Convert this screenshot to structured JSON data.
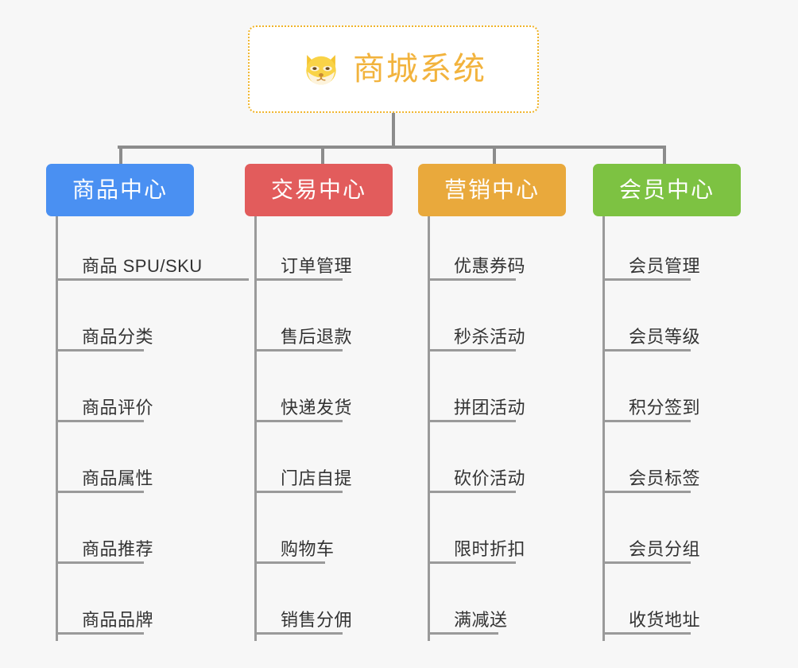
{
  "diagram": {
    "type": "mindmap-org-chart",
    "background_color": "#f7f7f7",
    "root": {
      "title": "商城系统",
      "icon": "dog-face-emoji",
      "text_color": "#f2b33d",
      "border_color": "#f0b429",
      "background_color": "#ffffff"
    },
    "connector_color": "#8c8c8c",
    "branches": [
      {
        "label": "商品中心",
        "color": "#4a90f2",
        "items": [
          "商品 SPU/SKU",
          "商品分类",
          "商品评价",
          "商品属性",
          "商品推荐",
          "商品品牌"
        ]
      },
      {
        "label": "交易中心",
        "color": "#e25c5c",
        "items": [
          "订单管理",
          "售后退款",
          "快递发货",
          "门店自提",
          "购物车",
          "销售分佣"
        ]
      },
      {
        "label": "营销中心",
        "color": "#e9a93c",
        "items": [
          "优惠券码",
          "秒杀活动",
          "拼团活动",
          "砍价活动",
          "限时折扣",
          "满减送"
        ]
      },
      {
        "label": "会员中心",
        "color": "#7dc242",
        "items": [
          "会员管理",
          "会员等级",
          "积分签到",
          "会员标签",
          "会员分组",
          "收货地址"
        ]
      }
    ]
  }
}
